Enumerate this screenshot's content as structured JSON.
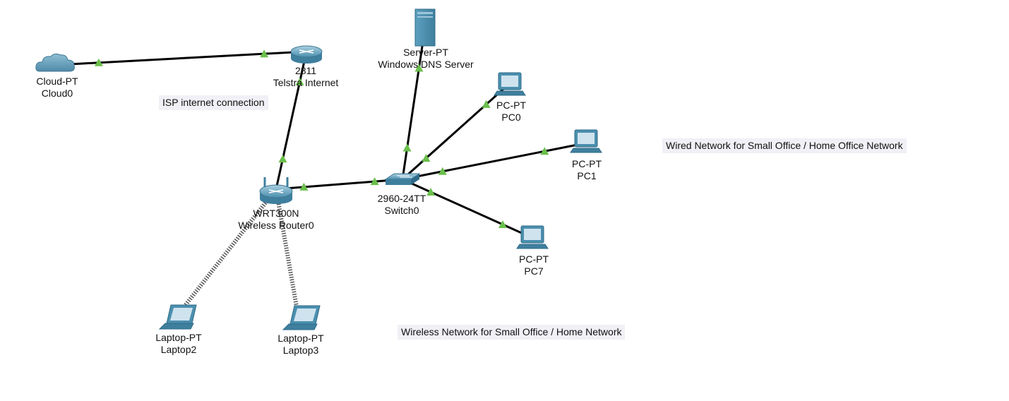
{
  "devices": [
    {
      "id": "cloud0",
      "type": "cloud-icon",
      "model": "Cloud-PT",
      "name": "Cloud0"
    },
    {
      "id": "isp-router",
      "type": "router-icon",
      "model": "2811",
      "name": "Telstra Internet"
    },
    {
      "id": "dns-server",
      "type": "server-icon",
      "model": "Server-PT",
      "name": "Windows DNS Server"
    },
    {
      "id": "wrt300n",
      "type": "wireless-router-icon",
      "model": "WRT300N",
      "name": "Wireless Router0"
    },
    {
      "id": "switch0",
      "type": "switch-icon",
      "model": "2960-24TT",
      "name": "Switch0"
    },
    {
      "id": "pc0",
      "type": "pc-icon",
      "model": "PC-PT",
      "name": "PC0"
    },
    {
      "id": "pc1",
      "type": "pc-icon",
      "model": "PC-PT",
      "name": "PC1"
    },
    {
      "id": "pc7",
      "type": "pc-icon",
      "model": "PC-PT",
      "name": "PC7"
    },
    {
      "id": "laptop2",
      "type": "laptop-icon",
      "model": "Laptop-PT",
      "name": "Laptop2"
    },
    {
      "id": "laptop3",
      "type": "laptop-icon",
      "model": "Laptop-PT",
      "name": "Laptop3"
    }
  ],
  "links": [
    {
      "from": "cloud0",
      "to": "isp-router",
      "kind": "wired"
    },
    {
      "from": "isp-router",
      "to": "wrt300n",
      "kind": "wired"
    },
    {
      "from": "wrt300n",
      "to": "switch0",
      "kind": "wired"
    },
    {
      "from": "dns-server",
      "to": "switch0",
      "kind": "wired"
    },
    {
      "from": "switch0",
      "to": "pc0",
      "kind": "wired"
    },
    {
      "from": "switch0",
      "to": "pc1",
      "kind": "wired"
    },
    {
      "from": "switch0",
      "to": "pc7",
      "kind": "wired"
    },
    {
      "from": "wrt300n",
      "to": "laptop2",
      "kind": "wireless"
    },
    {
      "from": "wrt300n",
      "to": "laptop3",
      "kind": "wireless"
    }
  ],
  "notes": {
    "isp": "ISP internet connection",
    "wired": "Wired Network for Small Office / Home Office Network",
    "wireless": "Wireless Network for Small Office / Home Network"
  },
  "colors": {
    "link": "#000000",
    "link_status_up": "#6abf4b",
    "device_body": "#4b8fae",
    "device_dark": "#2f6b88",
    "screen": "#cfe3ef",
    "note_bg": "#f0f0f6"
  }
}
